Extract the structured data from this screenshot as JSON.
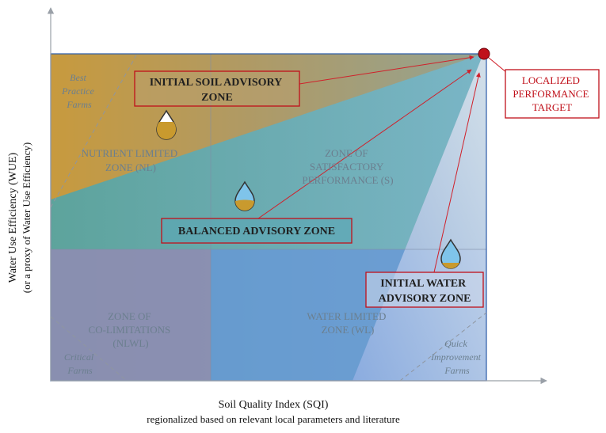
{
  "zones": {
    "nl": [
      "NUTRIENT LIMITED",
      "ZONE (NL)"
    ],
    "s": [
      "ZONE OF",
      "SATISFACTORY",
      "PERFORMANCE (S)"
    ],
    "nlwl": [
      "ZONE OF",
      "CO-LIMITATIONS",
      "(NLWL)"
    ],
    "wl": [
      "WATER LIMITED",
      "ZONE (WL)"
    ]
  },
  "corners": {
    "best": [
      "Best",
      "Practice",
      "Farms"
    ],
    "critical": [
      "Critical",
      "Farms"
    ],
    "quick": [
      "Quick",
      "Improvement",
      "Farms"
    ]
  },
  "advisory": {
    "soil": [
      "INITIAL SOIL ADVISORY",
      "ZONE"
    ],
    "balanced": [
      "BALANCED ADVISORY ZONE"
    ],
    "water": [
      "INITIAL WATER",
      "ADVISORY ZONE"
    ]
  },
  "target": [
    "LOCALIZED",
    "PERFORMANCE",
    "TARGET"
  ],
  "axes": {
    "x_title": "Soil Quality Index (SQI)",
    "x_subtitle": "regionalized based on relevant local parameters and literature",
    "y_title": "Water Use Efficiency (WUE)",
    "y_subtitle": "(or a proxy of Water Use Efficiency)"
  },
  "colors": {
    "soil_zone": "#c79a3a",
    "satisfactory_zone": "#5fb0b5",
    "water_zone": "#9ab3dd",
    "colimitation_zone": "#8a8fb0",
    "highlight_box": "#c0101a",
    "target_point": "#c0101a"
  }
}
